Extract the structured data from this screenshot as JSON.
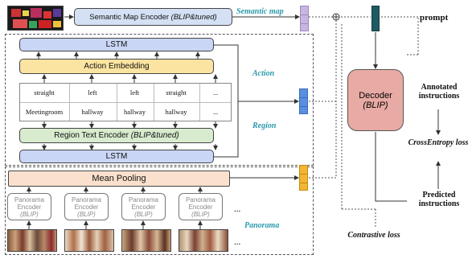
{
  "semantic_map_encoder": {
    "prefix": "Semantic Map Encoder ",
    "suffix": "(BLIP&tuned)"
  },
  "labels": {
    "semantic_map": "Semantic map",
    "action": "Action",
    "region": "Region",
    "panorama": "Panorama"
  },
  "lstm_top": "LSTM",
  "action_embedding": "Action Embedding",
  "actions": [
    "straight",
    "left",
    "left",
    "straight",
    "..."
  ],
  "regions": [
    "Meetingroom",
    "hallway",
    "hallway",
    "hallway",
    "..."
  ],
  "region_encoder": {
    "prefix": "Region Text Encoder ",
    "suffix": "(BLIP&tuned)"
  },
  "lstm_bottom": "LSTM",
  "mean_pooling": "Mean Pooling",
  "panorama_encoder": {
    "line1": "Panorama",
    "line2": "Encoder",
    "line3": "(BLIP)"
  },
  "ellipsis": "...",
  "prompt": "prompt",
  "decoder": {
    "title": "Decoder",
    "subtitle": "(BLIP)"
  },
  "annotated": "Annotated instructions",
  "ce_loss": "CrossEntropy loss",
  "predicted": "Predicted instructions",
  "contrastive": "Contrastive loss",
  "colors": {
    "lstm": "#c9d6f5",
    "action": "#fbe4a1",
    "region": "#d8ebcf",
    "pool": "#fbe1cd",
    "decoder": "#e8aaa4",
    "teal": "#2a9aaa",
    "sem_vec": "#c8b6e2",
    "blue_vec": "#5a8fe0",
    "orange_vec": "#f2b634",
    "dark_teal": "#1f5a63"
  }
}
